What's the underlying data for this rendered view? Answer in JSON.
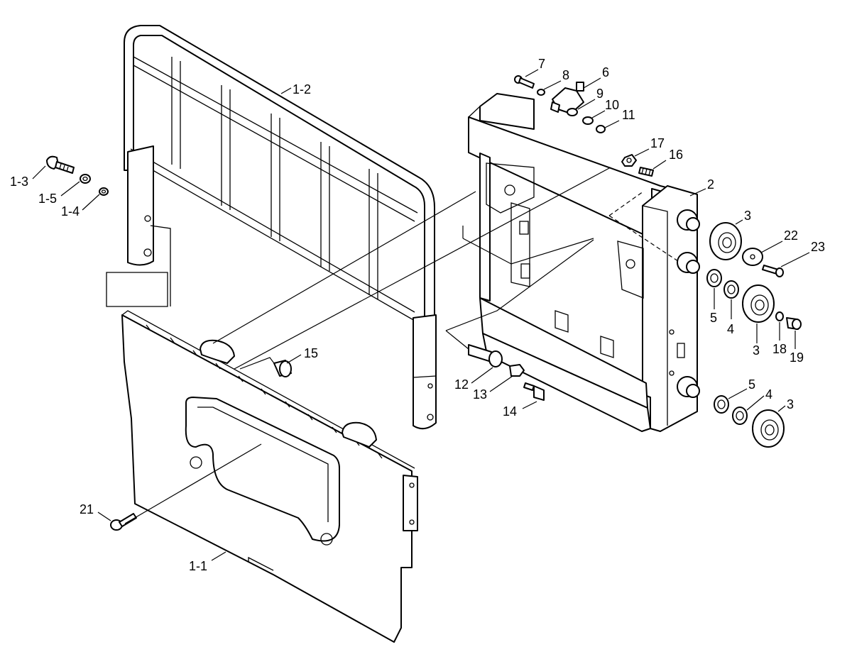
{
  "callouts": [
    {
      "id": "1-2",
      "label": "1-2"
    },
    {
      "id": "1-3",
      "label": "1-3"
    },
    {
      "id": "1-5",
      "label": "1-5"
    },
    {
      "id": "1-4",
      "label": "1-4"
    },
    {
      "id": "1-1",
      "label": "1-1"
    },
    {
      "id": "21",
      "label": "21"
    },
    {
      "id": "15",
      "label": "15"
    },
    {
      "id": "7",
      "label": "7"
    },
    {
      "id": "8",
      "label": "8"
    },
    {
      "id": "6",
      "label": "6"
    },
    {
      "id": "9",
      "label": "9"
    },
    {
      "id": "10",
      "label": "10"
    },
    {
      "id": "11",
      "label": "11"
    },
    {
      "id": "17",
      "label": "17"
    },
    {
      "id": "16",
      "label": "16"
    },
    {
      "id": "2",
      "label": "2"
    },
    {
      "id": "3a",
      "label": "3"
    },
    {
      "id": "22",
      "label": "22"
    },
    {
      "id": "23",
      "label": "23"
    },
    {
      "id": "5a",
      "label": "5"
    },
    {
      "id": "4a",
      "label": "4"
    },
    {
      "id": "3b",
      "label": "3"
    },
    {
      "id": "18",
      "label": "18"
    },
    {
      "id": "19",
      "label": "19"
    },
    {
      "id": "12",
      "label": "12"
    },
    {
      "id": "13",
      "label": "13"
    },
    {
      "id": "14",
      "label": "14"
    },
    {
      "id": "5b",
      "label": "5"
    },
    {
      "id": "4b",
      "label": "4"
    },
    {
      "id": "3c",
      "label": "3"
    }
  ]
}
